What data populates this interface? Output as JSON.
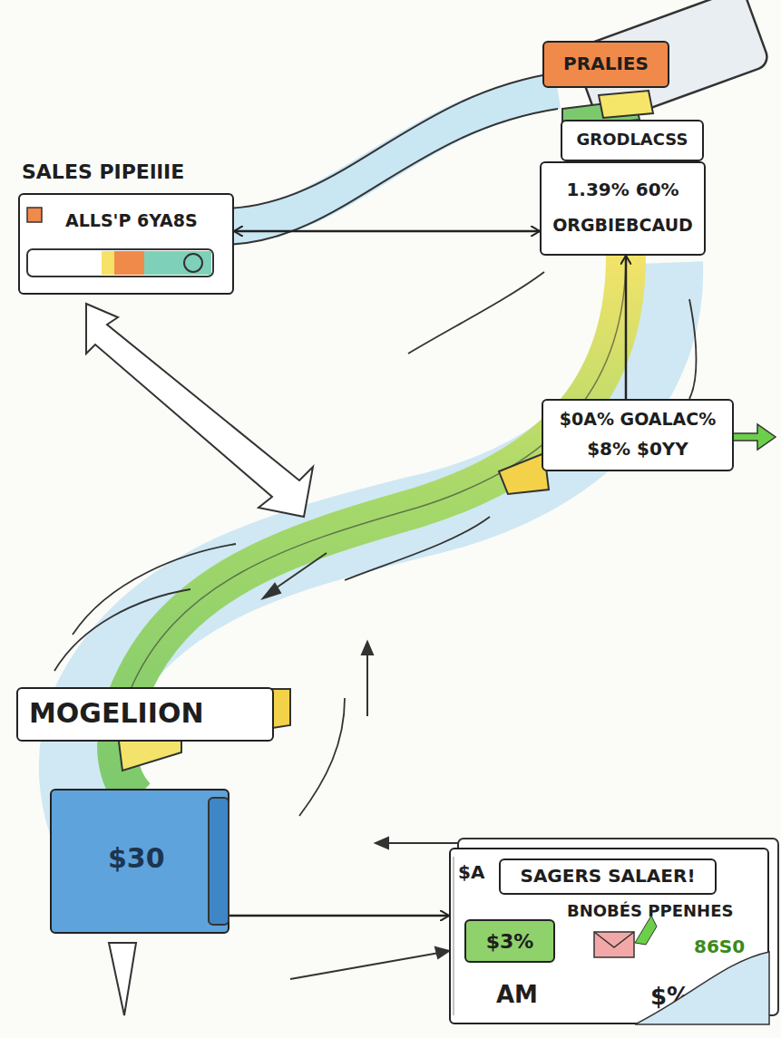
{
  "diagram": {
    "nodes": [
      {
        "text": [
          "SALES PIPEllIE",
          "ALLS'P 6YA8S"
        ]
      },
      {
        "text": [
          "PRALIES"
        ]
      },
      {
        "text": [
          "GRODLACSS"
        ]
      },
      {
        "text": [
          "1.39% 60%",
          "ORGBIEBCAUD"
        ]
      },
      {
        "text": [
          "$0A% GOALAC%",
          "$8% $0YY"
        ]
      },
      {
        "text": [
          "MOGELIION"
        ]
      },
      {
        "text": [
          "$30"
        ]
      },
      {
        "text": [
          "$A",
          "BNOBÉS PPENHES",
          "86S0",
          "AM",
          "$%"
        ]
      },
      {
        "text": [
          "SAGERS SALAER!"
        ],
        "in": 7
      },
      {
        "text": [
          "$3%"
        ],
        "in": 7
      }
    ],
    "edges": [
      {
        "from": 0,
        "to": 3,
        "arrow": "both"
      },
      {
        "from": 4,
        "to": 3,
        "arrow": "to"
      },
      {
        "from": 6,
        "to": 7,
        "arrow": "to"
      }
    ]
  }
}
